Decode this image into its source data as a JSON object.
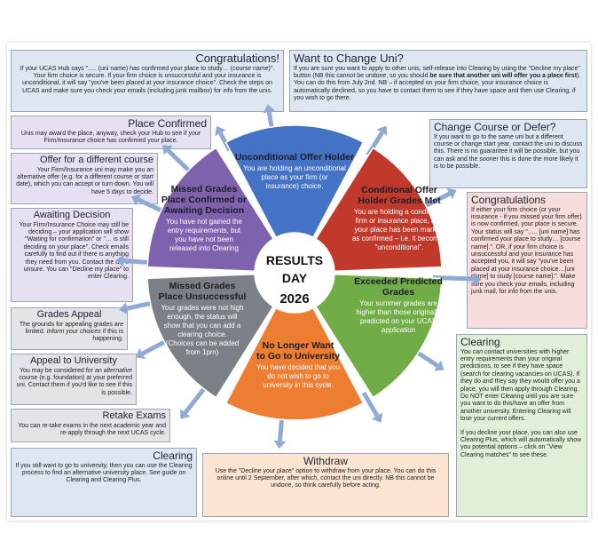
{
  "center": {
    "line1": "RESULTS",
    "line2": "DAY",
    "line3": "2026"
  },
  "segments": [
    {
      "title1": "Unconditional Offer Holder",
      "title2": "",
      "body": [
        "You are holding an unconditional",
        "place as your firm (or",
        "insurance) choice."
      ]
    },
    {
      "title1": "Conditional Offer",
      "title2": "Holder Grades Met",
      "body": [
        "You are holding a conditional",
        "firm or insurance place, and",
        "your place has been marked",
        "as confirmed – i.e. it becomes",
        "\"unconditional\"."
      ]
    },
    {
      "title1": "Exceeded Predicted",
      "title2": "Grades",
      "body": [
        "Your summer grades are",
        "higher than those originally",
        "predicted on your UCAS",
        "application"
      ]
    },
    {
      "title1": "No Longer Want",
      "title2": "to Go to University",
      "body": [
        "You have decided that you",
        "do not wish to go to",
        "university in this cycle."
      ]
    },
    {
      "title1": "Missed Grades",
      "title2": "Place Unsuccessful",
      "body": [
        "Your grades were not high",
        "enough, the status will",
        "show that you can add a",
        "clearing choice.",
        "(Choices can be added",
        "from 1pm)"
      ]
    },
    {
      "title1": "Missed Grades",
      "title2": "Place Confirmed or",
      "title3": "Awaiting Decision",
      "body": [
        "You have not gained the",
        "entry requirements, but",
        "you have not been",
        "released into Clearing"
      ]
    }
  ],
  "boxes": {
    "congrats_top": {
      "title": "Congratulations!",
      "text": "If your UCAS Hub says \"..... (uni name) has confirmed your place to study… (course name)\". Your firm choice is secure. If your firm choice is unsuccessful and your insurance is unconditional, it will say \"you've been placed at your insurance choice\". Check the steps on UCAS and make sure you check your emails (including junk mailbox) for info from the unis."
    },
    "want_change": {
      "title": "Want to Change Uni?",
      "text1": "If you are sure you want to apply to other unis, self-release into Clearing by using the \"Decline my place\" button (NB this cannot be undone, so you should ",
      "bold": "be sure that another uni will offer you a place first",
      "text2": "). You can do this from July 2nd. NB – if accepted on your firm choice, your insurance choice is automatically declined, so you have to contact them to see if they have space and then use Clearing, if you wish to go there."
    },
    "place_confirmed": {
      "title": "Place Confirmed",
      "text": "Unis may award the place, anyway, check your Hub to see if your Firm/Insurance choice has confirmed your place."
    },
    "offer_diff": {
      "title": "Offer for a different course",
      "text": "Your Firm/Insurance uni may make you an alternative offer (e.g. for a different course or start date), which you can accept or turn down. You will have 5 days to decide."
    },
    "awaiting": {
      "title": "Awaiting Decision",
      "text": "Your Firm/Insurance Choice may still be deciding – your application will show \"Waiting for confirmation\" or \"… is still deciding on your place\". Check emails carefully to find out if there is anything they need from you. Contact the uni if unsure. You can \"Decline my place\" to enter Clearing."
    },
    "grades_appeal": {
      "title": "Grades Appeal",
      "text1": "The grounds for appealing grades are limited. ",
      "italic": "Inform your choices",
      "text2": " if this is happening."
    },
    "appeal_uni": {
      "title": "Appeal to University",
      "text1": "You may be considered for an ",
      "italic": "alternative",
      "text2": " course (e.g. foundation) at your preferred uni. Contact them if you'd like to see if this is possible."
    },
    "retake": {
      "title": "Retake Exams",
      "text": "You can re-take exams in the next academic year and re-apply through the next UCAS cycle."
    },
    "clearing_bottom": {
      "title": "Clearing",
      "text": "If you still want to go to university, then you can use the Clearing process to find an alternative university place. See guide on Clearing and Clearing Plus."
    },
    "withdraw": {
      "title": "Withdraw",
      "text": "Use the \"Decline your place\" option to withdraw from your place. You can do this online until 2 September, after which, contact the uni directly. NB this cannot be undone, so think carefully before acting."
    },
    "change_course": {
      "title": "Change Course or Defer?",
      "text": "If you want to go to the same uni but a different course or change start year, contact the uni to discuss this. There is no guarantee it will be possible, but you can ask and the sooner this is done the more likely it is to be possible."
    },
    "congrats_right": {
      "title": "Congratulations",
      "text": "If either your firm choice (or your insurance - if you missed your firm offer) is now confirmed, your place is secure. Your status will say \"….. [uni name] has confirmed your place to study… [course name].\". OR, if your firm choice is unsuccessful and your insurance has accepted you, it will say \"you've been placed at your insurance choice…[uni name] to study [course name].\". Make sure you check your emails, including junk mail, for info from the unis."
    },
    "clearing_right": {
      "title": "Clearing",
      "text1": "You ",
      "italic": "can",
      "text2": " contact universities with higher entry requirements than your original predictions, to see if they have space (search for clearing vacancies on UCAS). If they do and they say they would offer you a place, you will then apply through Clearing. Do NOT enter Clearing until you are sure you want to do this/have an offer from another university. Entering Clearing will lose your current offers.",
      "text3": "If you decline your place, you can also use Clearing Plus, which will automatically show you potential options – click on \"View Clearing matches\" to see these."
    }
  },
  "colors": {
    "segment_blue": "#4472c4",
    "segment_red": "#c0392b",
    "segment_green": "#70ad47",
    "segment_orange": "#ed7d31",
    "segment_grey": "#7b7f86",
    "segment_purple": "#7e62ad",
    "arrow": "#8eaad4"
  }
}
